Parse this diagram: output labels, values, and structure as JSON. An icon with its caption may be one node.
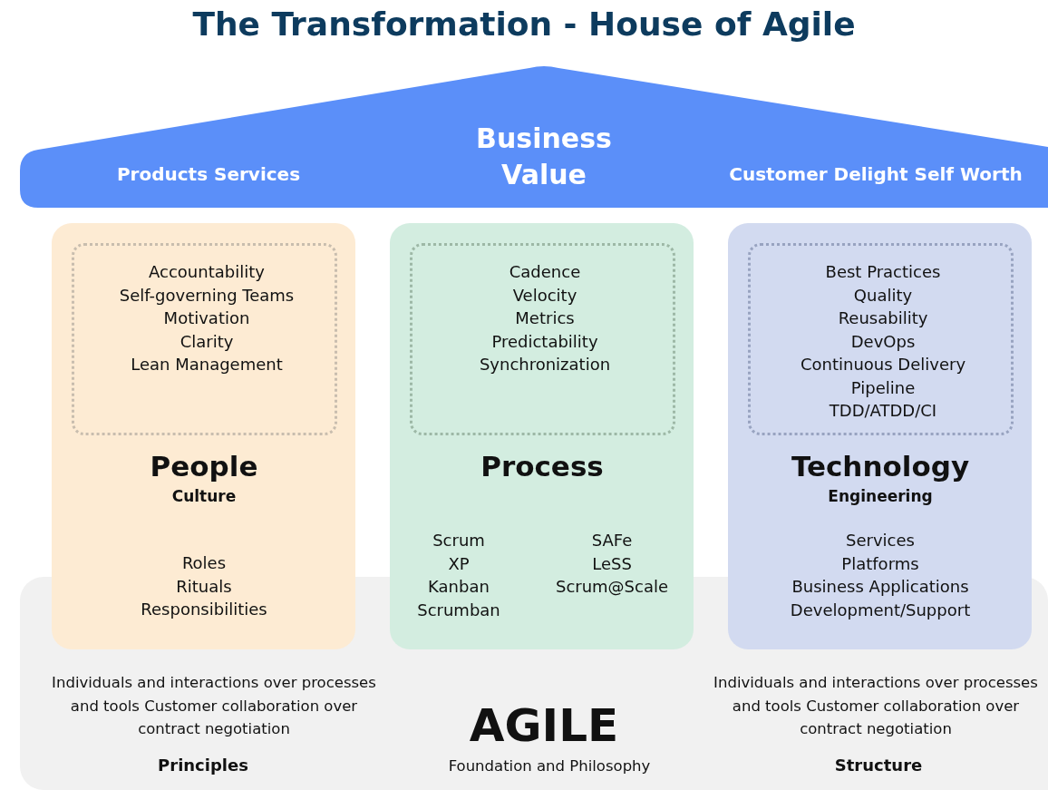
{
  "diagram": {
    "title": "The Transformation - House of Agile",
    "nodes": [
      {
        "text": [
          "Products Services",
          "Business Value",
          "Customer Delight Self Worth"
        ]
      },
      {
        "text": [
          "People",
          "Culture",
          "Roles",
          "Rituals",
          "Responsibilities"
        ]
      },
      {
        "text": [
          "Accountability",
          "Self-governing Teams",
          "Motivation",
          "Clarity",
          "Lean Management"
        ],
        "in": 1
      },
      {
        "text": [
          "Process",
          "Scrum",
          "XP",
          "Kanban",
          "Scrumban",
          "SAFe",
          "LeSS",
          "Scrum@Scale"
        ]
      },
      {
        "text": [
          "Cadence",
          "Velocity",
          "Metrics",
          "Predictability",
          "Synchronization"
        ],
        "in": 3
      },
      {
        "text": [
          "Technology",
          "Engineering",
          "Services",
          "Platforms",
          "Business Applications",
          "Development/Support"
        ]
      },
      {
        "text": [
          "Best Practices",
          "Quality",
          "Reusability",
          "DevOps",
          "Continuous Delivery",
          "Pipeline",
          "TDD/ATDD/CI"
        ],
        "in": 5
      },
      {
        "text": [
          "Individuals and interactions over processes and tools Customer collaboration over contract negotiation",
          "Principles",
          "AGILE",
          "Foundation and Philosophy",
          "Individuals and interactions over processes and tools Customer collaboration over contract negotiation",
          "Structure"
        ]
      }
    ]
  }
}
